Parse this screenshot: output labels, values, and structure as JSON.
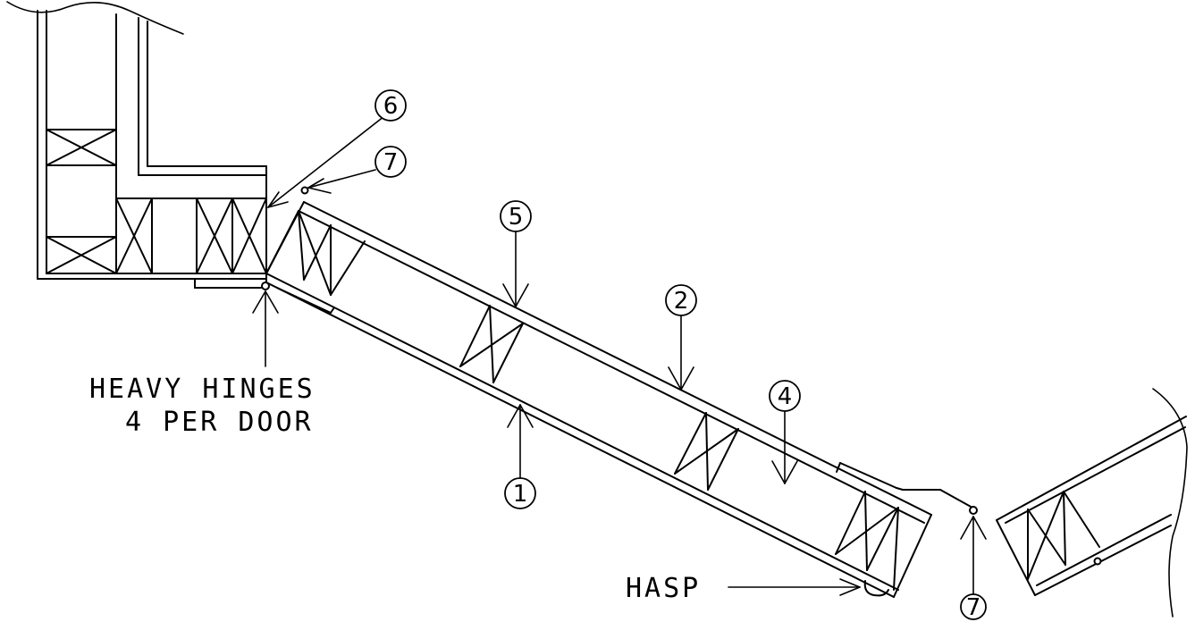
{
  "labels": {
    "hinges_line1": "HEAVY HINGES",
    "hinges_line2": "4 PER DOOR",
    "hasp": "HASP"
  },
  "callouts": {
    "c1": "1",
    "c2": "2",
    "c4": "4",
    "c5": "5",
    "c6": "6",
    "c7a": "7",
    "c7b": "7"
  }
}
